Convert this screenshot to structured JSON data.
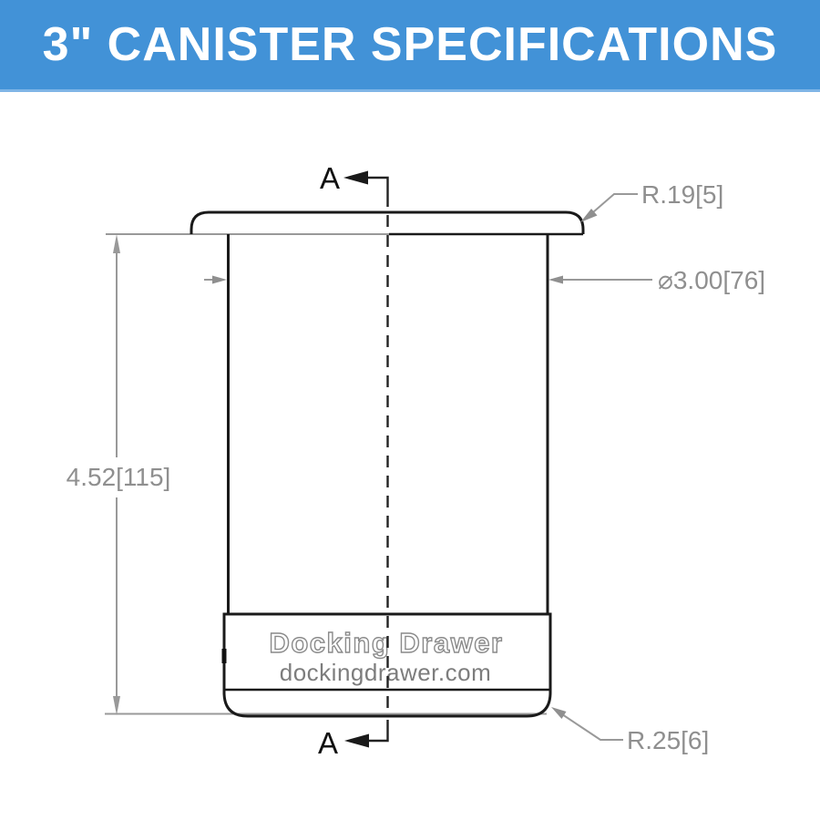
{
  "header": {
    "title": "3\" CANISTER SPECIFICATIONS"
  },
  "drawing": {
    "section_marker_top": "A",
    "section_marker_bottom": "A",
    "labels": {
      "flange_radius": "R.19[5]",
      "diameter": "⌀3.00[76]",
      "height": "4.52[115]",
      "bottom_radius": "R.25[6]"
    },
    "logo": {
      "name": "Docking Drawer",
      "website": "dockingdrawer.com"
    }
  },
  "colors": {
    "header_blue": "#4292d7",
    "header_edge_light_blue": "#7fb5e6",
    "drawing_line_black": "#1a1a1a",
    "dimension_gray": "#8f8f8f"
  }
}
